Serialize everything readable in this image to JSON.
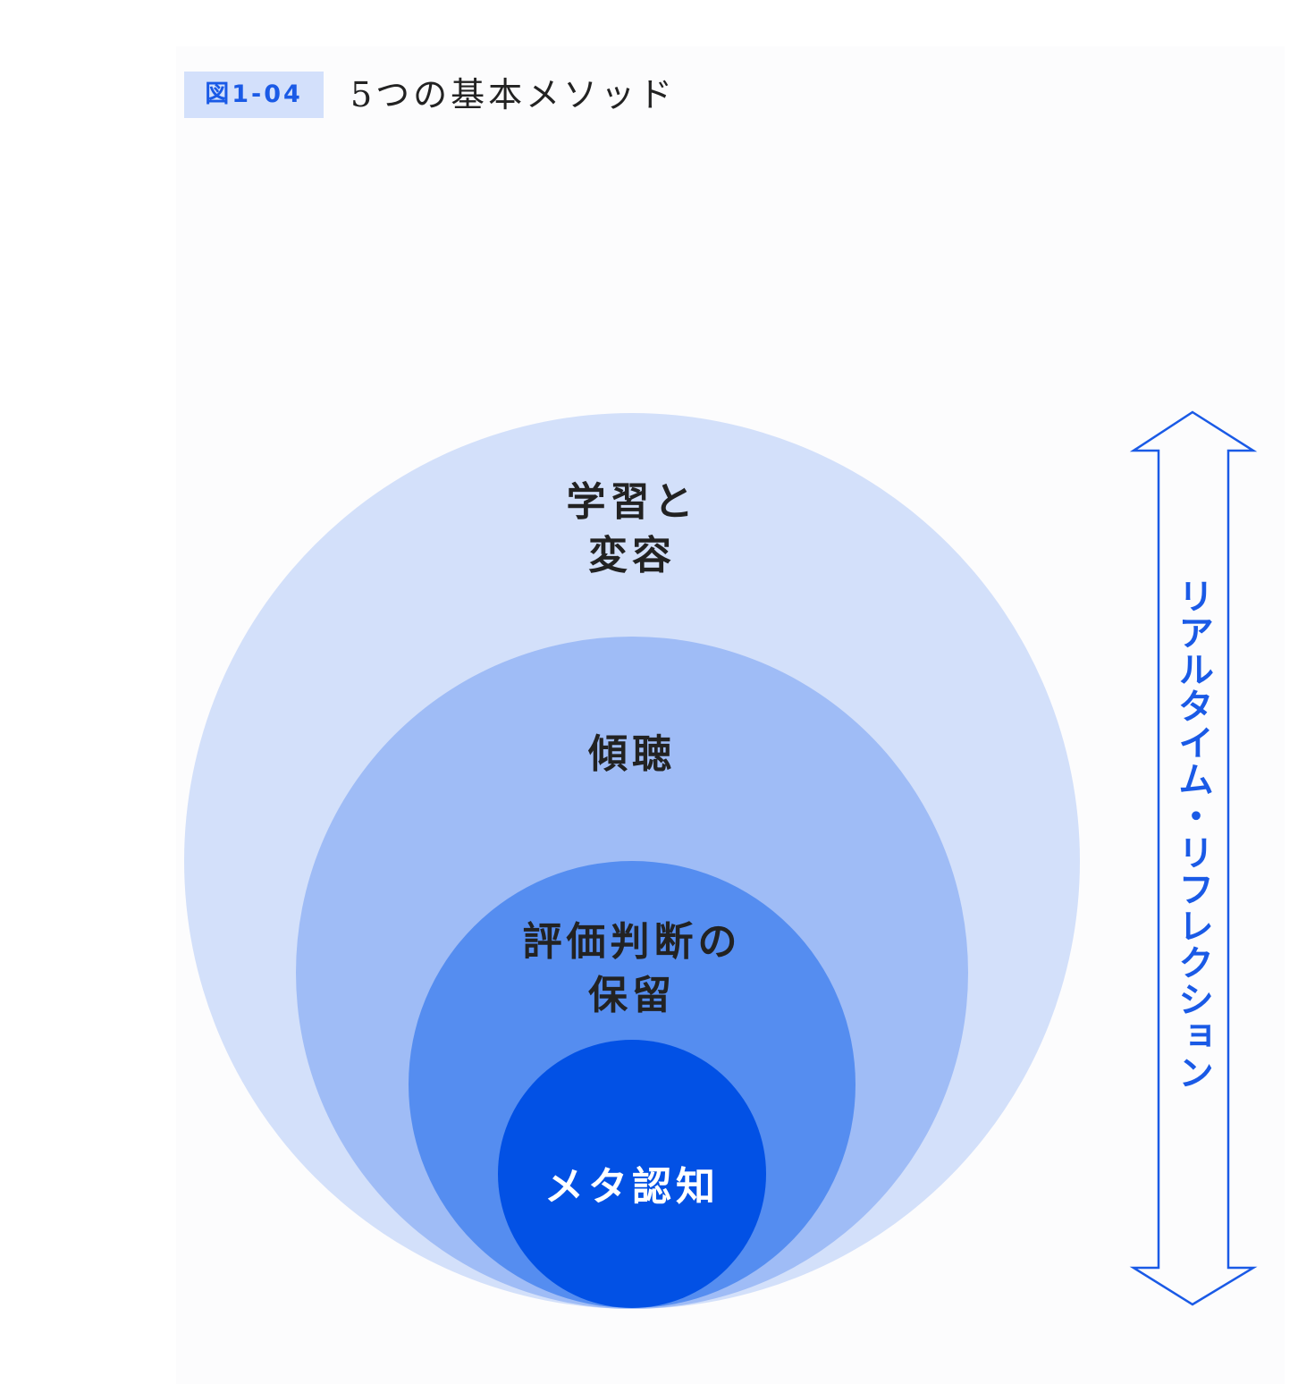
{
  "figure": {
    "label": "図1-04",
    "title": "5つの基本メソッド"
  },
  "circles": [
    {
      "lines": [
        "学習と",
        "変容"
      ],
      "fill": "#d3e0fa",
      "text_color": "#222222"
    },
    {
      "lines": [
        "傾聴"
      ],
      "fill": "#9fbcf6",
      "text_color": "#222222"
    },
    {
      "lines": [
        "評価判断の",
        "保留"
      ],
      "fill": "#558df0",
      "text_color": "#222222"
    },
    {
      "lines": [
        "メタ認知"
      ],
      "fill": "#0251e5",
      "text_color": "#ffffff"
    }
  ],
  "side_arrow": {
    "label": "リアルタイム・リフレクション",
    "color": "#1a5ae6",
    "direction": "both"
  },
  "colors": {
    "accent": "#1a5ae6",
    "label_bg": "#d3e0fb",
    "panel_bg": "#fcfcfd"
  }
}
